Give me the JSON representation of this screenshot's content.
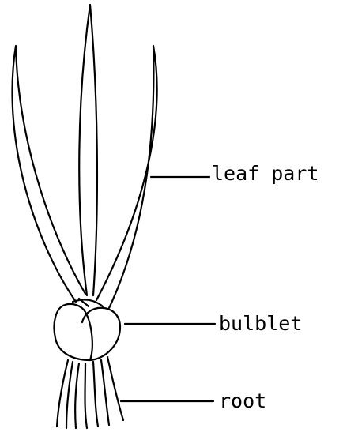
{
  "diagram": {
    "labels": {
      "leaf": "leaf part",
      "bulblet": "bulblet",
      "root": "root"
    },
    "line_color": "#000000",
    "background": "#ffffff"
  }
}
